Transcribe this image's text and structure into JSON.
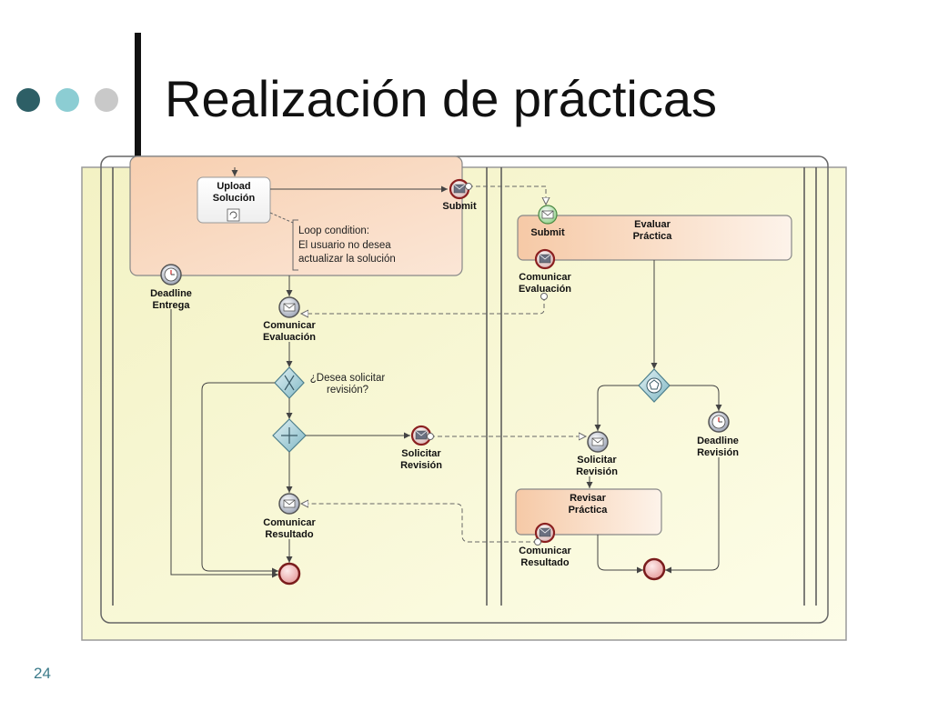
{
  "slide": {
    "title": "Realización de prácticas",
    "page_number": "24",
    "bullet_colors": [
      "#2d5f66",
      "#8ccdd3",
      "#c9c9c9"
    ]
  },
  "diagram": {
    "tasks": {
      "upload": [
        "Upload",
        "Solución"
      ],
      "evaluar": [
        "Evaluar",
        "Práctica"
      ],
      "revisar": [
        "Revisar",
        "Práctica"
      ]
    },
    "events": {
      "submit_send": [
        "Submit"
      ],
      "submit_receive": [
        "Submit"
      ],
      "deadline_entrega": [
        "Deadline",
        "Entrega"
      ],
      "comunicar_eval_left": [
        "Comunicar",
        "Evaluación"
      ],
      "comunicar_eval_right": [
        "Comunicar",
        "Evaluación"
      ],
      "solicitar_send": [
        "Solicitar",
        "Revisión"
      ],
      "solicitar_receive": [
        "Solicitar",
        "Revisión"
      ],
      "comunicar_res_left": [
        "Comunicar",
        "Resultado"
      ],
      "comunicar_res_right": [
        "Comunicar",
        "Resultado"
      ],
      "deadline_revision": [
        "Deadline",
        "Revisión"
      ]
    },
    "annotations": {
      "loop": [
        "Loop condition:",
        "El usuario no desea",
        "actualizar la solución"
      ],
      "gateway_question": [
        "¿Desea solicitar",
        "revisión?"
      ]
    }
  }
}
